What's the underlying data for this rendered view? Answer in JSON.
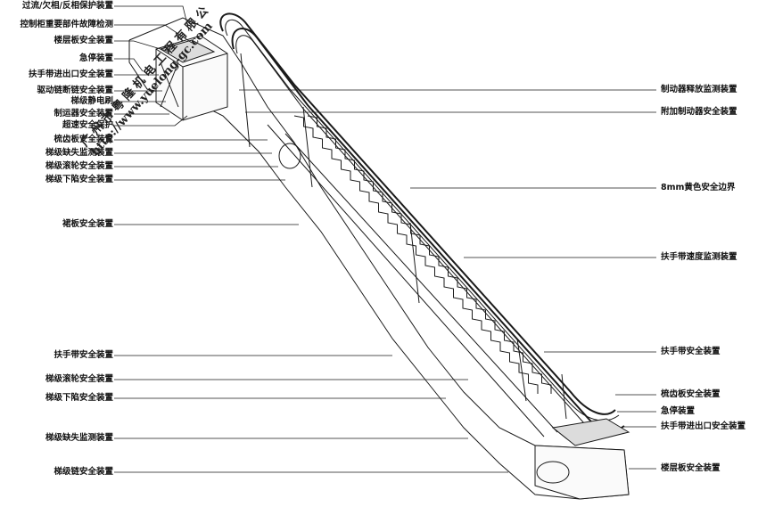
{
  "left_labels": [
    "过流/欠相/反相保护装置",
    "控制柜重要部件故障检测",
    "楼层板安全装置",
    "急停装置",
    "扶手带进出口安全装置",
    "驱动链断链安全装置",
    "梯级静电刷",
    "制运器安全装置",
    "超速安全保护",
    "梳齿板安全装置",
    "梯级缺失监测装置",
    "梯级滚轮安全装置",
    "梯级下陷安全装置",
    "裙板安全装置",
    "扶手带安全装置",
    "梯级滚轮安全装置",
    "梯级下陷安全装置",
    "梯级缺失监测装置",
    "梯级链安全装置"
  ],
  "right_labels": [
    "制动器释放监测装置",
    "附加制动器安全装置",
    "8mm黄色安全边界",
    "扶手带速度监测装置",
    "扶手带安全装置",
    "梳齿板安全装置",
    "急停装置",
    "扶手带进出口安全装置",
    "楼层板安全装置"
  ],
  "watermark": {
    "company": "广 州 市 粤 隆 机 电 工 程 有 限 公",
    "url": "http://www.yuelong-gc.com"
  }
}
